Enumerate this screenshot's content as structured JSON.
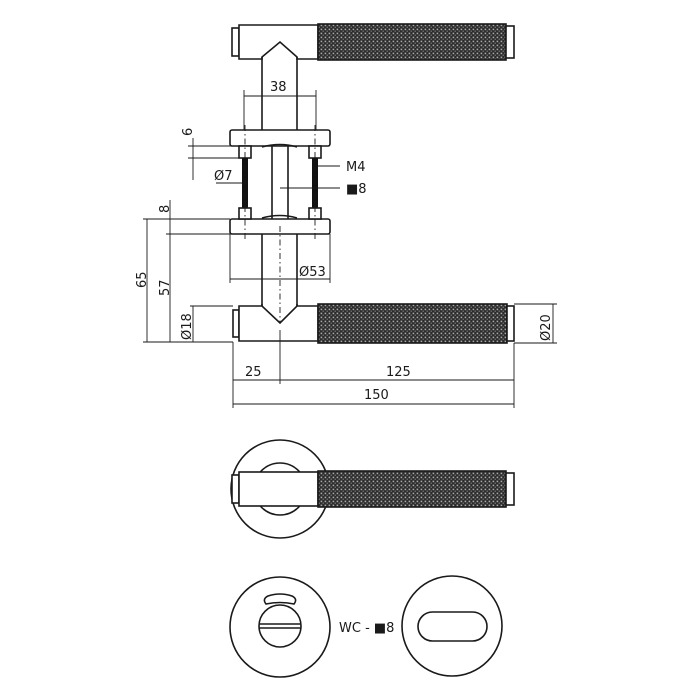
{
  "drawing": {
    "subject": "door lever handle on round rosette with WC rosette set",
    "colors": {
      "line": "#1a1a1a",
      "background": "#ffffff",
      "knurl_dark": "#2b2b2b",
      "knurl_light": "#9a9a9a"
    }
  },
  "side_view": {
    "dimensions": {
      "spindle_spacing": "38",
      "plate_thickness_top": "6",
      "pillar_diameter": "Ø7",
      "screw_thread": "M4",
      "spindle_square": "■8",
      "plate_thickness_bottom": "8",
      "rosette_diameter": "Ø53",
      "total_height": "65",
      "lever_height": "57",
      "neck_diameter": "Ø18",
      "grip_diameter": "Ø20",
      "offset_length": "25",
      "grip_length": "125",
      "total_length": "150"
    }
  },
  "front_view": {
    "label": ""
  },
  "wc_set": {
    "label": "WC - ■8"
  }
}
